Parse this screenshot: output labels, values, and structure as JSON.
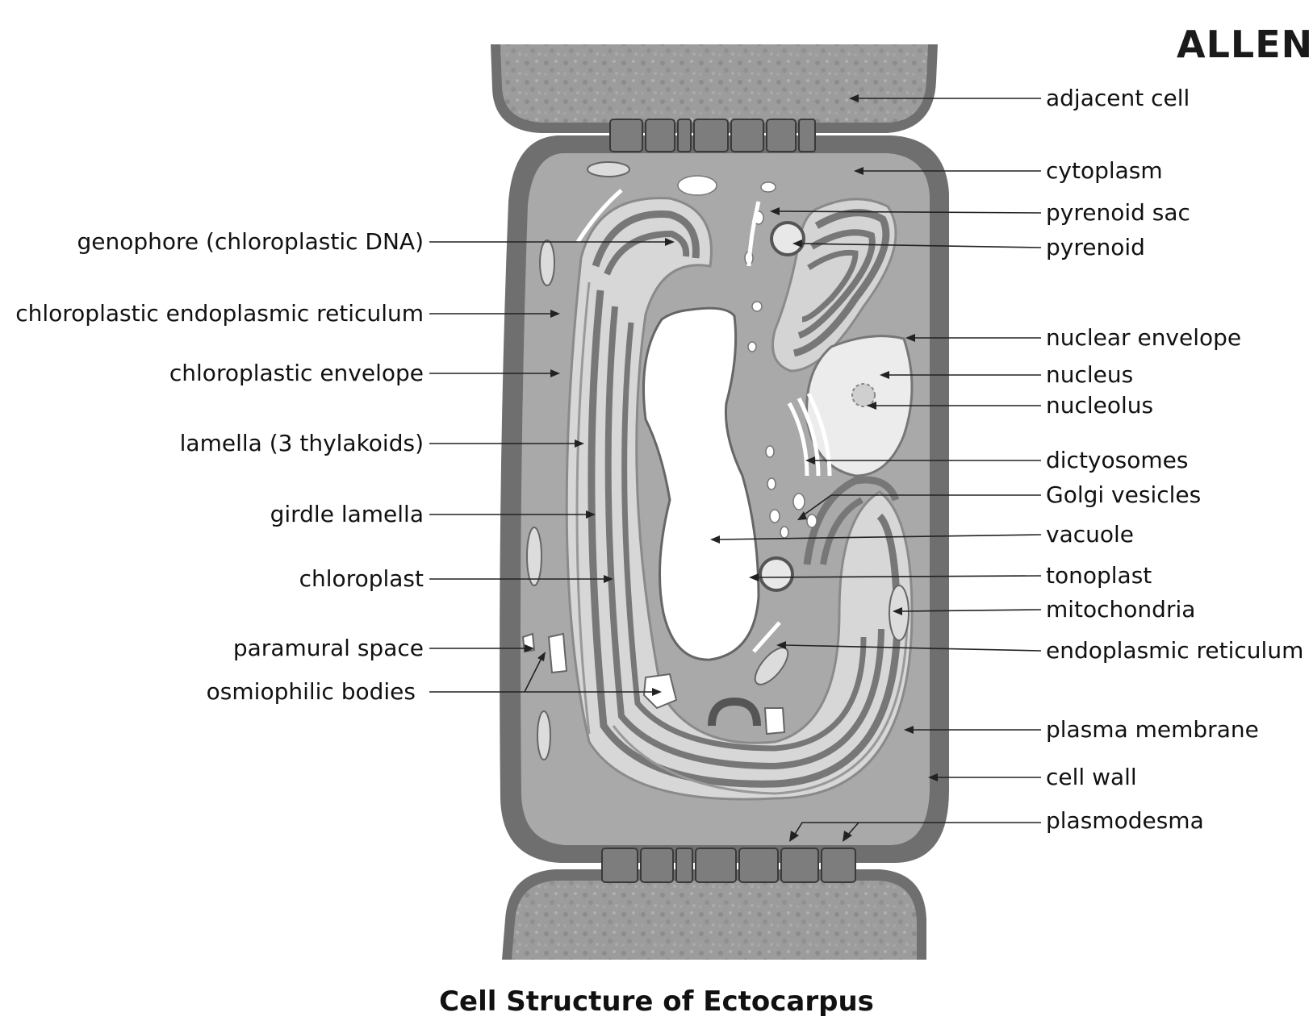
{
  "brand": "ALLEN",
  "caption": "Cell Structure of Ectocarpus",
  "colors": {
    "cell_wall": "#6f6f6f",
    "cytoplasm": "#a9a9a9",
    "adjacent_cell": "#9a9a9a",
    "lamella": "#777777",
    "vacuole": "#ffffff",
    "text": "#111111"
  },
  "labels_left": [
    "genophore (chloroplastic DNA)",
    "chloroplastic endoplasmic reticulum",
    "chloroplastic envelope",
    "lamella (3 thylakoids)",
    "girdle lamella",
    "chloroplast",
    "paramural space",
    "osmiophilic bodies"
  ],
  "labels_right": [
    "adjacent cell",
    "cytoplasm",
    "pyrenoid sac",
    "pyrenoid",
    "nuclear envelope",
    "nucleus",
    "nucleolus",
    "dictyosomes",
    "Golgi vesicles",
    "vacuole",
    "tonoplast",
    "mitochondria",
    "endoplasmic reticulum",
    "plasma membrane",
    "cell wall",
    "plasmodesma"
  ]
}
